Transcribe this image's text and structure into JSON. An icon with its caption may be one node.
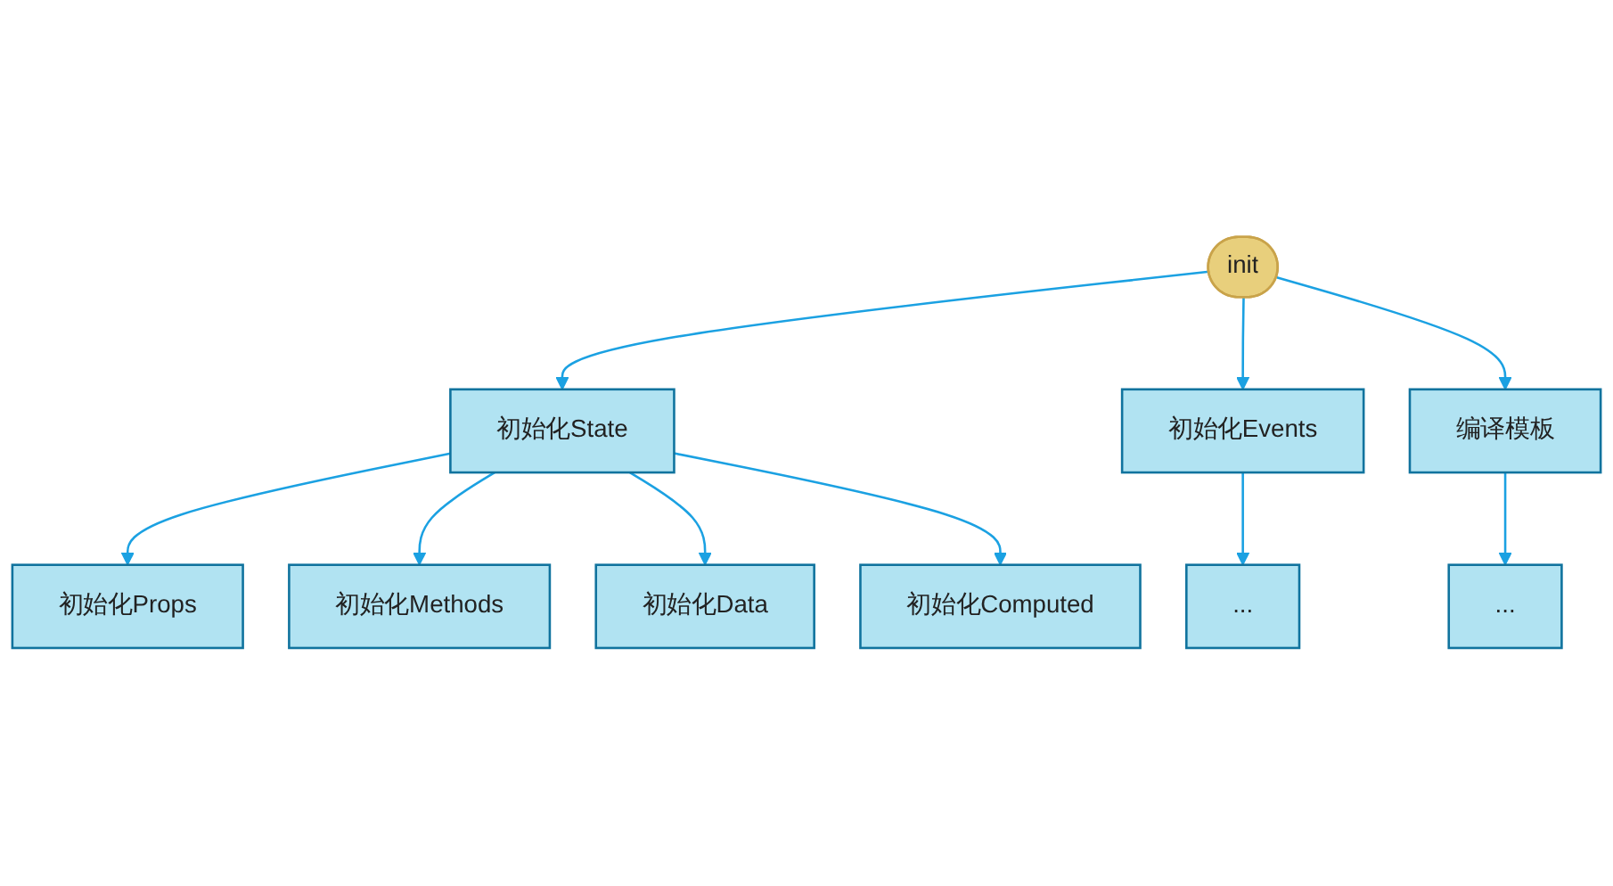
{
  "diagram": {
    "nodes": [
      {
        "text": [
          "init"
        ]
      },
      {
        "text": [
          "初始化State"
        ]
      },
      {
        "text": [
          "初始化Events"
        ]
      },
      {
        "text": [
          "编译模板"
        ]
      },
      {
        "text": [
          "初始化Props"
        ]
      },
      {
        "text": [
          "初始化Methods"
        ]
      },
      {
        "text": [
          "初始化Data"
        ]
      },
      {
        "text": [
          "初始化Computed"
        ]
      },
      {
        "text": [
          "..."
        ]
      },
      {
        "text": [
          "..."
        ]
      }
    ],
    "edges": [
      {
        "from": 0,
        "to": 1,
        "arrow": "to"
      },
      {
        "from": 0,
        "to": 2,
        "arrow": "to"
      },
      {
        "from": 0,
        "to": 3,
        "arrow": "to"
      },
      {
        "from": 1,
        "to": 4,
        "arrow": "to"
      },
      {
        "from": 1,
        "to": 5,
        "arrow": "to"
      },
      {
        "from": 1,
        "to": 6,
        "arrow": "to"
      },
      {
        "from": 1,
        "to": 7,
        "arrow": "to"
      },
      {
        "from": 2,
        "to": 8,
        "arrow": "to"
      },
      {
        "from": 3,
        "to": 9,
        "arrow": "to"
      }
    ]
  }
}
